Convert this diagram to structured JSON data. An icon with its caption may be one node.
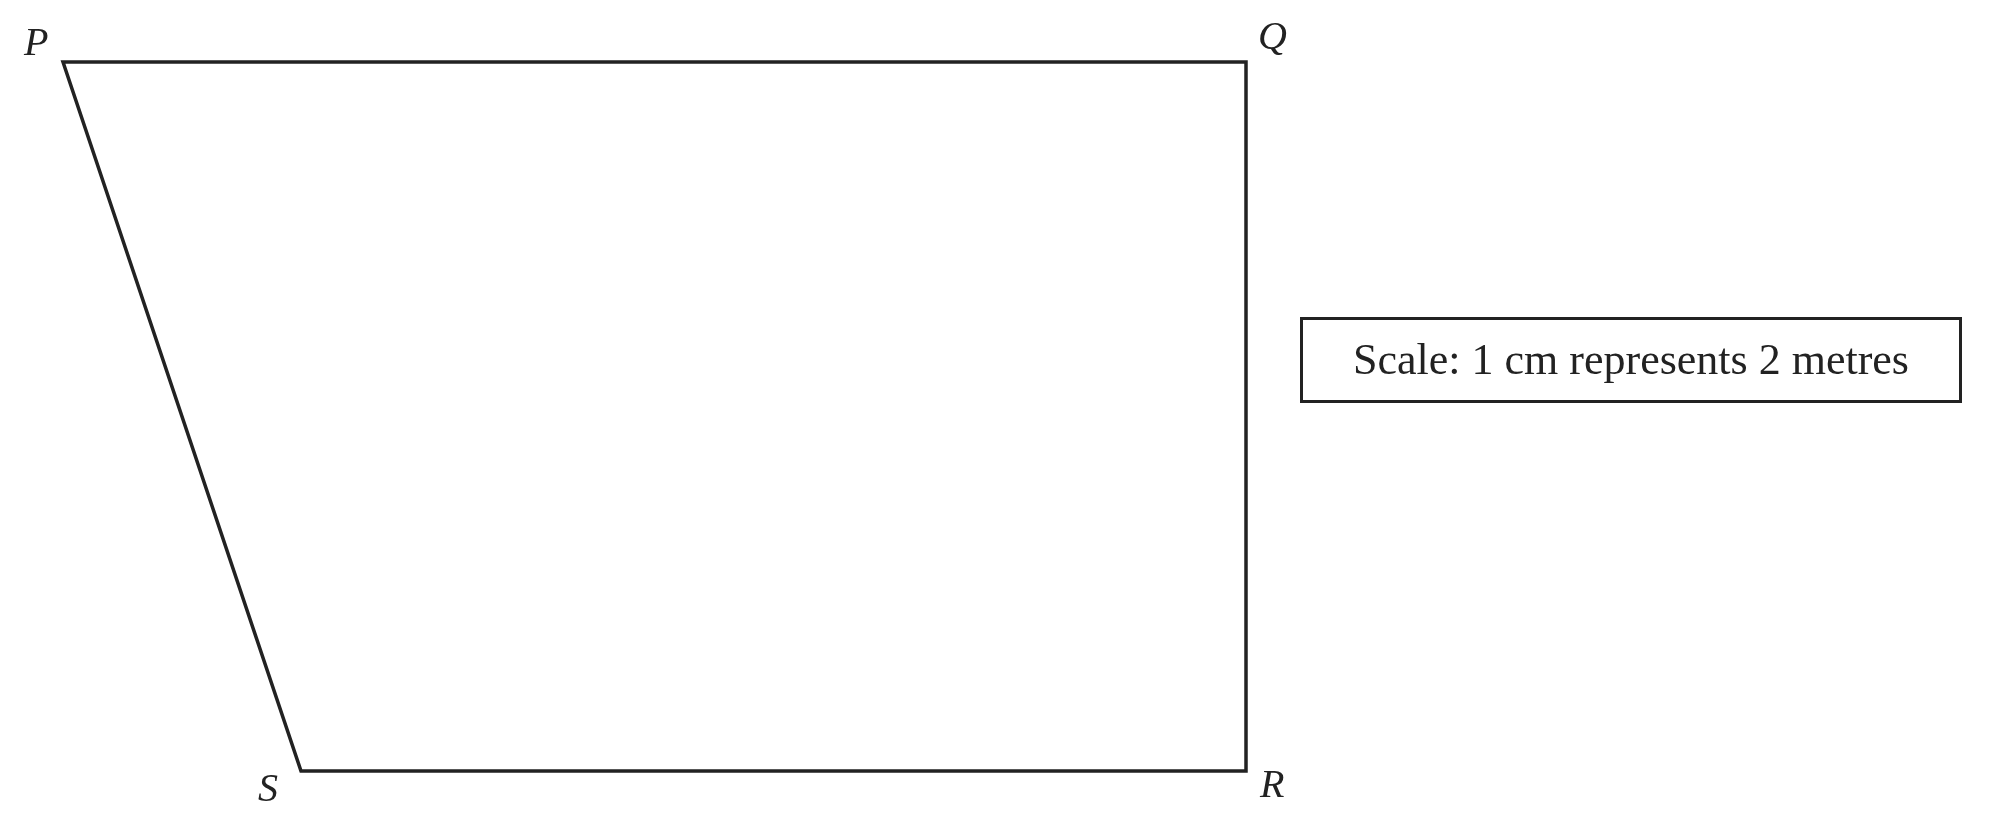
{
  "diagram": {
    "nodes": [
      {
        "text": [
          "Scale: 1 cm represents 2 metres"
        ]
      }
    ],
    "labels": [
      "P",
      "Q",
      "S",
      "R"
    ]
  }
}
